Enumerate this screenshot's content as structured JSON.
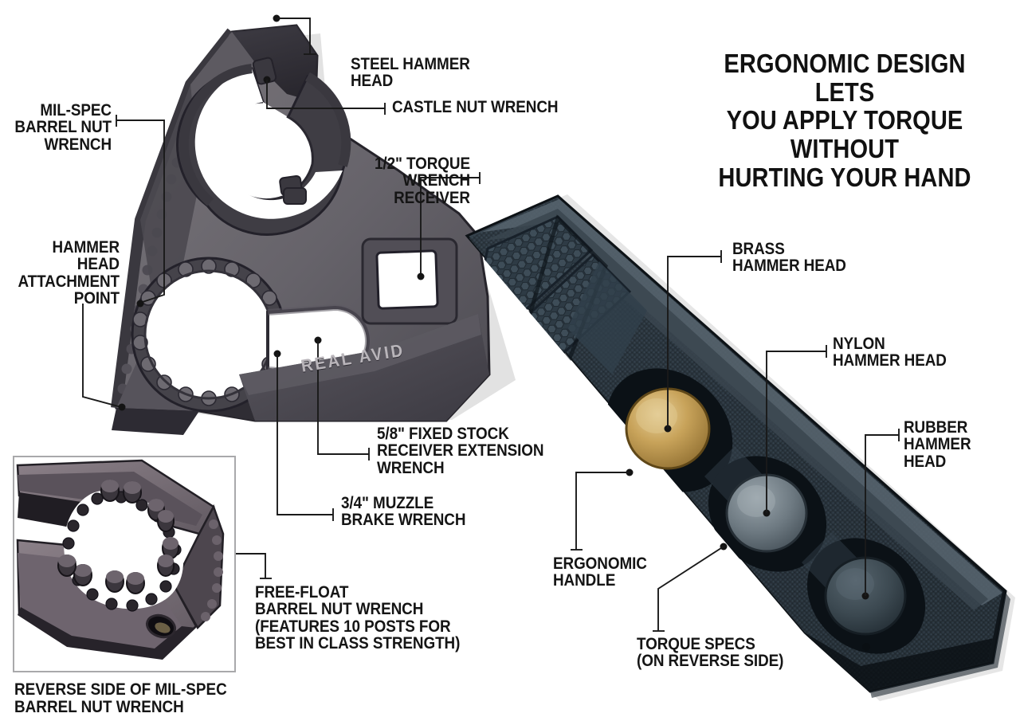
{
  "headline": {
    "text": "ERGONOMIC DESIGN LETS\nYOU APPLY TORQUE WITHOUT\nHURTING YOUR HAND"
  },
  "brand": {
    "logo_text": "REAL AVID"
  },
  "callouts": [
    {
      "id": "steel-hammer-head",
      "text": "STEEL HAMMER HEAD"
    },
    {
      "id": "castle-nut-wrench",
      "text": "CASTLE NUT WRENCH"
    },
    {
      "id": "mil-spec-barrel-nut-wrench",
      "text": "MIL-SPEC\nBARREL NUT\nWRENCH"
    },
    {
      "id": "hammer-head-attachment-point",
      "text": "HAMMER HEAD\nATTACHMENT\nPOINT"
    },
    {
      "id": "torque-wrench-receiver",
      "text": "1/2\" TORQUE\nWRENCH RECEIVER"
    },
    {
      "id": "fixed-stock-receiver-extension-wrench",
      "text": "5/8\" FIXED STOCK\nRECEIVER EXTENSION\nWRENCH"
    },
    {
      "id": "muzzle-brake-wrench",
      "text": "3/4\" MUZZLE\nBRAKE WRENCH"
    },
    {
      "id": "free-float-barrel-nut-wrench",
      "text": "FREE-FLOAT\nBARREL NUT WRENCH\n(FEATURES 10 POSTS FOR\nBEST IN CLASS STRENGTH)"
    },
    {
      "id": "brass-hammer-head",
      "text": "BRASS\nHAMMER HEAD"
    },
    {
      "id": "nylon-hammer-head",
      "text": "NYLON\nHAMMER HEAD"
    },
    {
      "id": "rubber-hammer-head",
      "text": "RUBBER\nHAMMER HEAD"
    },
    {
      "id": "ergonomic-handle",
      "text": "ERGONOMIC\nHANDLE"
    },
    {
      "id": "torque-specs",
      "text": "TORQUE SPECS\n(ON REVERSE SIDE)"
    }
  ],
  "inset": {
    "caption": "REVERSE SIDE OF MIL-SPEC\nBARREL NUT WRENCH"
  },
  "colors": {
    "background": "#ffffff",
    "text": "#151515",
    "leader_line": "#1a1a1a",
    "tool_body_light": "#6e6a6e",
    "tool_body_mid": "#4f4d52",
    "tool_body_dark": "#36343a",
    "tool_edge_dark": "#2a2830",
    "handle_grip": "#2b3740",
    "handle_dark": "#141b21",
    "brass": "#c19a53",
    "nylon": "#6f7b83",
    "rubber": "#3d4a52",
    "inset_border": "#a9a9ab",
    "logo_text": "#b9b5ba"
  }
}
